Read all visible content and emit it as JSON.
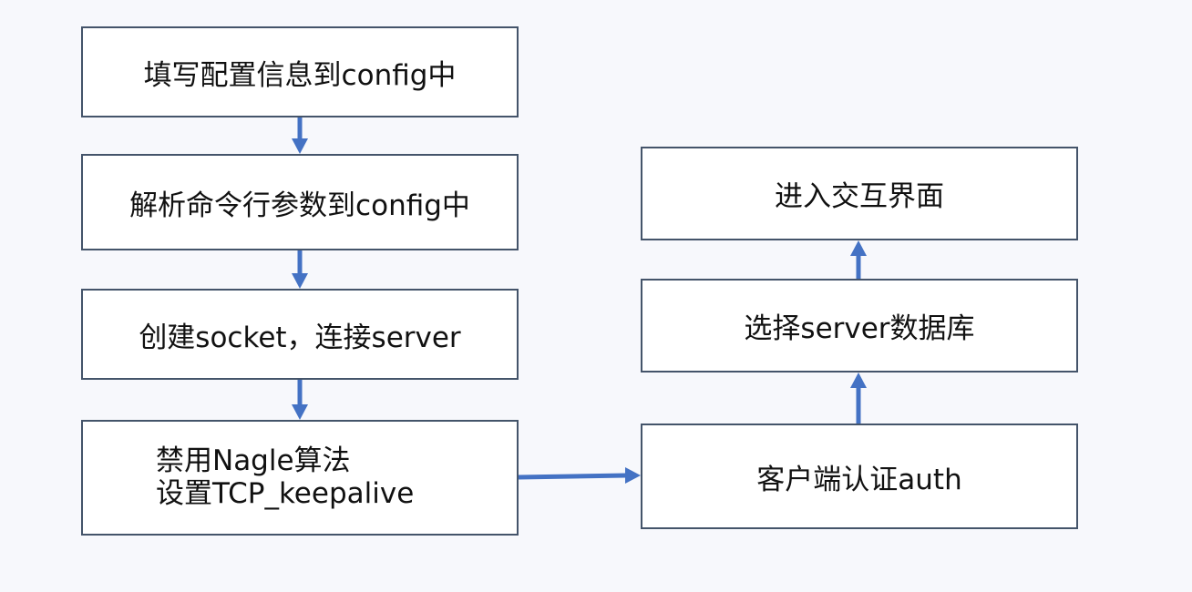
{
  "nodes": {
    "fill_config": "填写配置信息到config中",
    "parse_args": "解析命令行参数到config中",
    "create_socket": "创建socket，连接server",
    "disable_nagle_line1": "禁用Nagle算法",
    "disable_nagle_line2": "设置TCP_keepalive",
    "client_auth": "客户端认证auth",
    "select_db": "选择server数据库",
    "interactive": "进入交互界面"
  },
  "colors": {
    "box_border": "#44546a",
    "arrow": "#4472c4",
    "background": "#f7f8fc"
  }
}
